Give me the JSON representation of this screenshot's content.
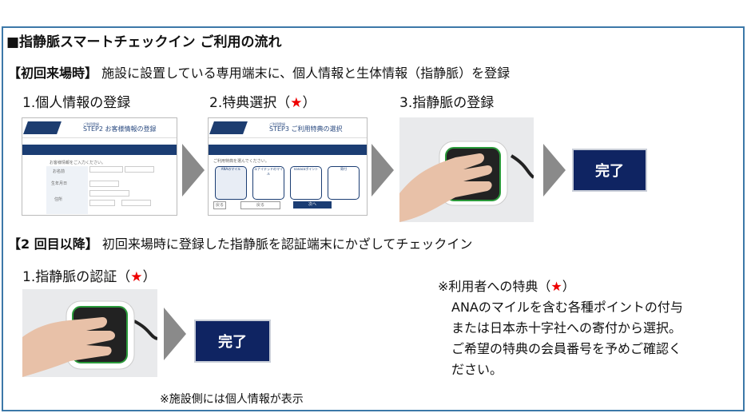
{
  "title": "■指静脈スマートチェックイン ご利用の流れ",
  "first": {
    "label": "【初回来場時】",
    "text": "施設に設置している専用端末に、個人情報と生体情報（指静脈）を登録",
    "steps": [
      {
        "label": "1.個人情報の登録"
      },
      {
        "label": "2.特典選択（",
        "star": "★",
        "end": "）"
      },
      {
        "label": "3.指静脈の登録"
      }
    ],
    "screen1": {
      "sub": "ご利用登録",
      "title": "STEP2 お客様情報の登録",
      "prompt": "お客様情報をご入力ください。",
      "rows": [
        "お名前",
        "生年月日",
        "住所"
      ]
    },
    "screen2": {
      "sub": "ご利用登録",
      "title": "STEP3 ご利用特典の選択",
      "prompt": "ご利用特典を選んでください。",
      "options": [
        "ANAのマイル",
        "ユナイテッドのマイル",
        "nanacoポイント",
        "寄付"
      ],
      "buttons": [
        "戻る",
        "戻る",
        "次へ"
      ]
    },
    "done": "完了"
  },
  "second": {
    "label": "【2 回目以降】",
    "text": "初回来場時に登録した指静脈を認証端末にかざしてチェックイン",
    "step": "1.指静脈の認証（",
    "star": "★",
    "end": "）",
    "done": "完了",
    "footnote": "※施設側には個人情報が表示"
  },
  "note": {
    "head": "※利用者への特典（",
    "star": "★",
    "end": "）",
    "lines": [
      "ANAのマイルを含む各種ポイントの付与",
      "または日本赤十字社への寄付から選択。",
      "ご希望の特典の会員番号を予めご確認く",
      "ださい。"
    ]
  },
  "colors": {
    "navy": "#0f2462",
    "frame": "#3c78a8",
    "arrow": "#8a8a8a",
    "star": "#e00000"
  }
}
